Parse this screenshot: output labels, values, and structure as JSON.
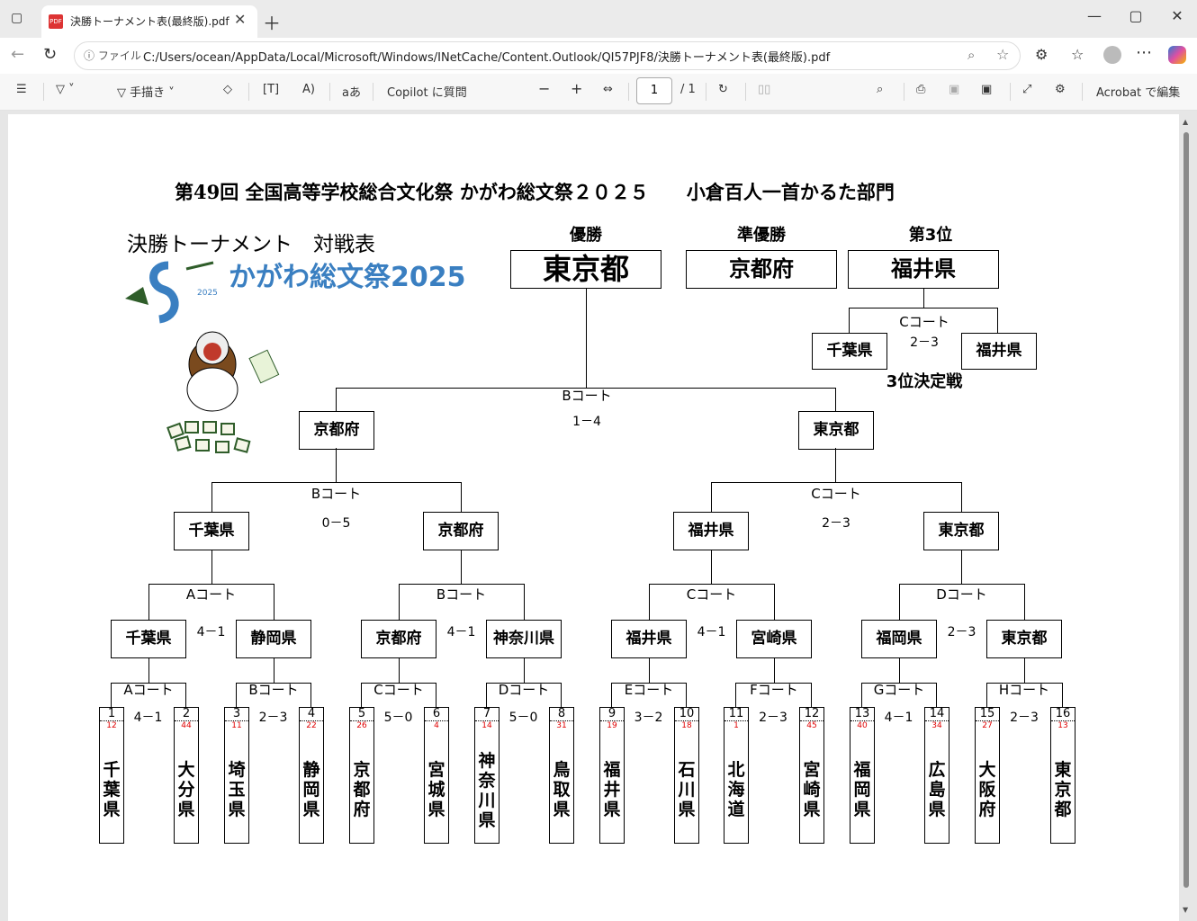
{
  "browser": {
    "tab_title": "決勝トーナメント表(最終版).pdf",
    "file_label": "ファイル",
    "url": "C:/Users/ocean/AppData/Local/Microsoft/Windows/INetCache/Content.Outlook/QI57PJF8/決勝トーナメント表(最終版).pdf"
  },
  "toolbar": {
    "draw_label": "手描き",
    "read_label": "aあ",
    "copilot_label": "Copilot に質問",
    "page_current": "1",
    "page_total": "/ 1",
    "acrobat_label": "Acrobat で編集"
  },
  "doc": {
    "title": "第49回 全国高等学校総合文化祭 かがわ総文祭２０２５　　小倉百人一首かるた部門",
    "subtitle": "決勝トーナメント　対戦表",
    "logo_text": "かがわ総文祭2025",
    "logo_year_small": "2025",
    "podium": {
      "champion_label": "優勝",
      "champion": "東京都",
      "runner_label": "準優勝",
      "runner": "京都府",
      "third_label": "第3位",
      "third": "福井県"
    },
    "third_place": {
      "court": "Cコート",
      "score": "2－3",
      "left": "千葉県",
      "right": "福井県",
      "label": "3位決定戦"
    },
    "final": {
      "court": "Bコート",
      "score": "1－4",
      "left": "京都府",
      "right": "東京都"
    },
    "semis": [
      {
        "court": "Bコート",
        "score": "0－5",
        "left": "千葉県",
        "right": "京都府"
      },
      {
        "court": "Cコート",
        "score": "2－3",
        "left": "福井県",
        "right": "東京都"
      }
    ],
    "quarters": [
      {
        "court": "Aコート",
        "score": "4－1",
        "left": "千葉県",
        "right": "静岡県"
      },
      {
        "court": "Bコート",
        "score": "4－1",
        "left": "京都府",
        "right": "神奈川県"
      },
      {
        "court": "Cコート",
        "score": "4－1",
        "left": "福井県",
        "right": "宮崎県"
      },
      {
        "court": "Dコート",
        "score": "2－3",
        "left": "福岡県",
        "right": "東京都"
      }
    ],
    "first_round": [
      {
        "court": "Aコート",
        "score": "4－1"
      },
      {
        "court": "Bコート",
        "score": "2－3"
      },
      {
        "court": "Cコート",
        "score": "5－0"
      },
      {
        "court": "Dコート",
        "score": "5－0"
      },
      {
        "court": "Eコート",
        "score": "3－2"
      },
      {
        "court": "Fコート",
        "score": "2－3"
      },
      {
        "court": "Gコート",
        "score": "4－1"
      },
      {
        "court": "Hコート",
        "score": "2－3"
      }
    ],
    "entrants": [
      {
        "no": "1",
        "rank": "12",
        "name": "千葉県"
      },
      {
        "no": "2",
        "rank": "44",
        "name": "大分県"
      },
      {
        "no": "3",
        "rank": "11",
        "name": "埼玉県"
      },
      {
        "no": "4",
        "rank": "22",
        "name": "静岡県"
      },
      {
        "no": "5",
        "rank": "26",
        "name": "京都府"
      },
      {
        "no": "6",
        "rank": "4",
        "name": "宮城県"
      },
      {
        "no": "7",
        "rank": "14",
        "name": "神奈川県"
      },
      {
        "no": "8",
        "rank": "31",
        "name": "鳥取県"
      },
      {
        "no": "9",
        "rank": "19",
        "name": "福井県"
      },
      {
        "no": "10",
        "rank": "18",
        "name": "石川県"
      },
      {
        "no": "11",
        "rank": "1",
        "name": "北海道"
      },
      {
        "no": "12",
        "rank": "45",
        "name": "宮崎県"
      },
      {
        "no": "13",
        "rank": "40",
        "name": "福岡県"
      },
      {
        "no": "14",
        "rank": "34",
        "name": "広島県"
      },
      {
        "no": "15",
        "rank": "27",
        "name": "大阪府"
      },
      {
        "no": "16",
        "rank": "13",
        "name": "東京都"
      }
    ]
  },
  "colors": {
    "accent_red": "#e00000",
    "logo_blue": "#3a7fc1",
    "logo_gold": "#c9a94f"
  }
}
